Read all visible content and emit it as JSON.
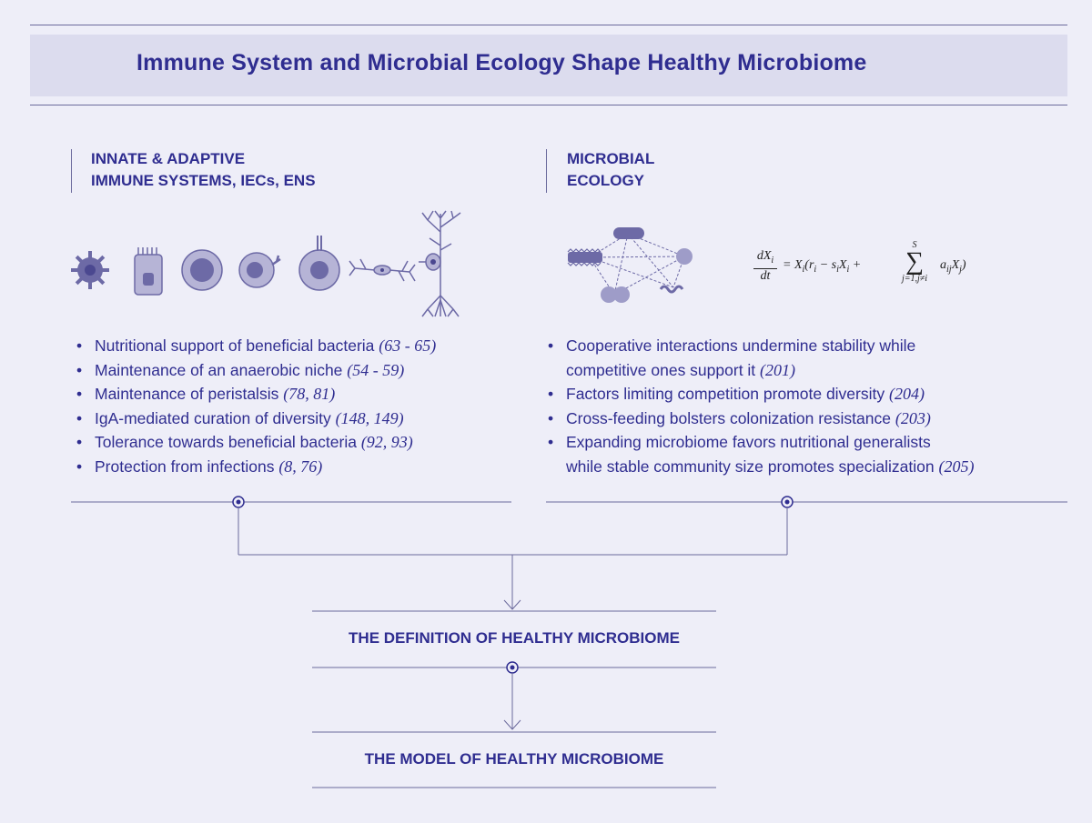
{
  "title": "Immune System and Microbial Ecology Shape Healthy Microbiome",
  "left_section": {
    "heading_line1": "INNATE & ADAPTIVE",
    "heading_line2": "IMMUNE SYSTEMS, IECs, ENS",
    "bullets": [
      {
        "text": "Nutritional support of beneficial bacteria ",
        "ref": "(63 - 65)"
      },
      {
        "text": "Maintenance of an anaerobic niche ",
        "ref": "(54 - 59)"
      },
      {
        "text": "Maintenance of peristalsis ",
        "ref": "(78, 81)"
      },
      {
        "text": "IgA-mediated curation of diversity ",
        "ref": "(148, 149)"
      },
      {
        "text": "Tolerance towards beneficial bacteria ",
        "ref": "(92, 93)"
      },
      {
        "text": "Protection from infections ",
        "ref": "(8, 76)"
      }
    ]
  },
  "right_section": {
    "heading_line1": "MICROBIAL",
    "heading_line2": "ECOLOGY",
    "bullets": [
      {
        "text": "Cooperative interactions undermine stability while",
        "text2": "competitive ones support it ",
        "ref": "(201)"
      },
      {
        "text": "Factors limiting competition promote diversity ",
        "ref": "(204)"
      },
      {
        "text": "Cross-feeding bolsters colonization resistance ",
        "ref": "(203)"
      },
      {
        "text": "Expanding microbiome favors nutritional generalists",
        "text2": "while stable community size promotes specialization ",
        "ref": "(205)"
      }
    ],
    "equation": {
      "lhs_num": "dX",
      "lhs_num_sub": "i",
      "lhs_den": "dt",
      "rhs_start": "= X",
      "rhs_sub1": "i",
      "rhs_mid": "(r",
      "rhs_sub2": "i",
      "rhs_mid2": " − s",
      "rhs_sub3": "i",
      "rhs_mid3": "X",
      "rhs_sub4": "i",
      "rhs_plus": " + ",
      "sum_top": "S",
      "sum_symbol": "∑",
      "sum_bottom": "j=1,j≠i",
      "sum_term": "a",
      "sum_term_sub": "ij",
      "sum_term2": "X",
      "sum_term2_sub": "j",
      "close": ")"
    }
  },
  "box1": {
    "label": "THE DEFINITION OF HEALTHY MICROBIOME"
  },
  "box2": {
    "label": "THE MODEL OF HEALTHY MICROBIOME"
  },
  "colors": {
    "primary": "#2f2d90",
    "background": "#eeeef8",
    "band": "#dcdcee",
    "cell_fill": "#b6b4d6",
    "cell_dark": "#6d6aa6",
    "line": "#6b6a9c"
  },
  "icons": {
    "immune_cells": [
      "dendritic-cell-icon",
      "epithelial-cell-icon",
      "large-cell-icon",
      "macrophage-icon",
      "tcell-icon",
      "neuron-icon",
      "nerve-cell-icon"
    ],
    "network": "microbial-network-icon"
  }
}
